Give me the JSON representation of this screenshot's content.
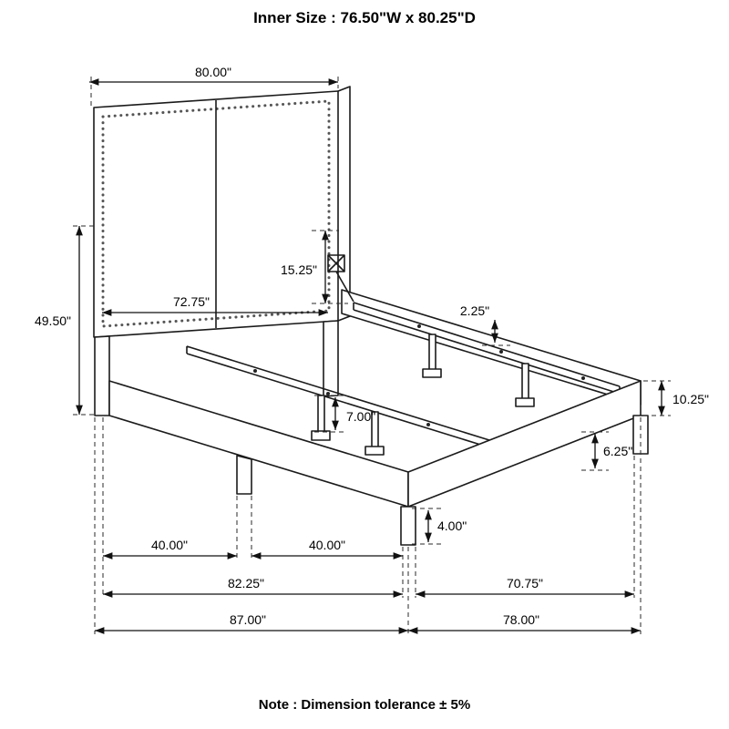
{
  "header": {
    "title": "Inner Size : 76.50\"W x 80.25\"D"
  },
  "footer": {
    "note": "Note : Dimension tolerance ± 5%"
  },
  "dimensions": {
    "headboard_width": "80.00\"",
    "headboard_inner_width": "72.75\"",
    "headboard_height": "49.50\"",
    "headboard_panel_height": "15.25\"",
    "slat_rail_thickness": "2.25\"",
    "side_rail_height": "10.25\"",
    "center_leg_height": "7.00\"",
    "foot_clearance": "6.25\"",
    "foot_leg_height": "4.00\"",
    "leg_spacing_left": "40.00\"",
    "leg_spacing_right": "40.00\"",
    "inner_length": "82.25\"",
    "rail_length": "70.75\"",
    "overall_length_left": "87.00\"",
    "overall_length_right": "78.00\""
  }
}
